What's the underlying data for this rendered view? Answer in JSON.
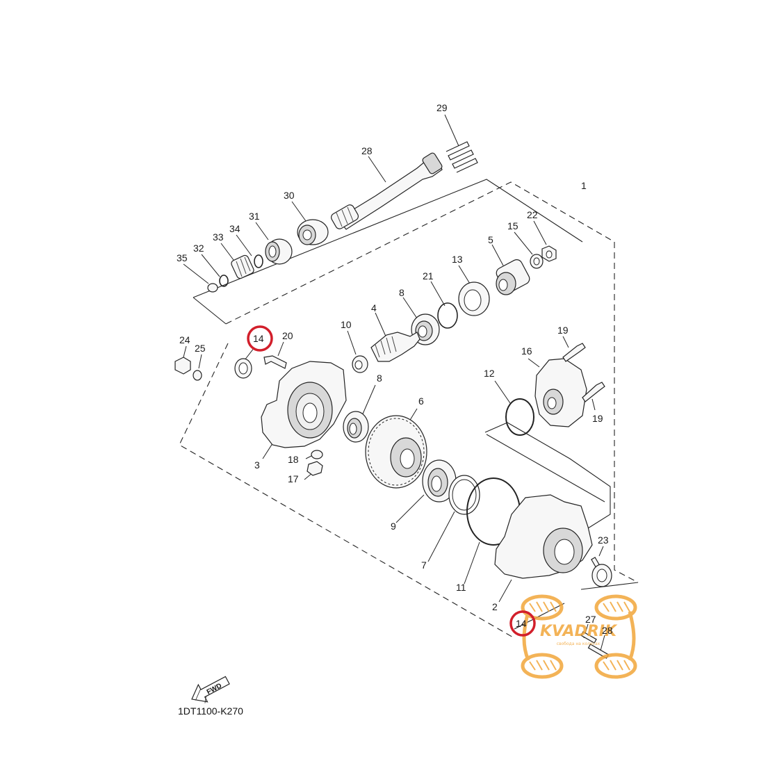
{
  "diagram_code": "1DT1100-K270",
  "fwd_label": "FWD",
  "watermark": {
    "brand": "KVADRIK",
    "tagline": "свобода на колесах",
    "color": "#f2a63a"
  },
  "highlight_color": "#d21f2b",
  "highlighted_part": "14",
  "parts": [
    {
      "num": "1",
      "name": "1"
    },
    {
      "num": "2",
      "name": "2"
    },
    {
      "num": "3",
      "name": "3"
    },
    {
      "num": "4",
      "name": "4"
    },
    {
      "num": "5",
      "name": "5"
    },
    {
      "num": "6",
      "name": "6"
    },
    {
      "num": "7",
      "name": "7"
    },
    {
      "num": "8",
      "name": "8"
    },
    {
      "num": "9",
      "name": "9"
    },
    {
      "num": "10",
      "name": "10"
    },
    {
      "num": "11",
      "name": "11"
    },
    {
      "num": "12",
      "name": "12"
    },
    {
      "num": "13",
      "name": "13"
    },
    {
      "num": "14",
      "name": "14"
    },
    {
      "num": "15",
      "name": "15"
    },
    {
      "num": "16",
      "name": "16"
    },
    {
      "num": "17",
      "name": "17"
    },
    {
      "num": "18",
      "name": "18"
    },
    {
      "num": "19",
      "name": "19"
    },
    {
      "num": "20",
      "name": "20"
    },
    {
      "num": "21",
      "name": "21"
    },
    {
      "num": "22",
      "name": "22"
    },
    {
      "num": "23",
      "name": "23"
    },
    {
      "num": "24",
      "name": "24"
    },
    {
      "num": "25",
      "name": "25"
    },
    {
      "num": "27",
      "name": "27"
    },
    {
      "num": "28",
      "name": "28"
    },
    {
      "num": "29",
      "name": "29"
    },
    {
      "num": "30",
      "name": "30"
    },
    {
      "num": "31",
      "name": "31"
    },
    {
      "num": "32",
      "name": "32"
    },
    {
      "num": "33",
      "name": "33"
    },
    {
      "num": "34",
      "name": "34"
    },
    {
      "num": "35",
      "name": "35"
    }
  ],
  "labels": {
    "l1": "1",
    "l2": "2",
    "l3": "3",
    "l4": "4",
    "l5": "5",
    "l6": "6",
    "l7": "7",
    "l8a": "8",
    "l8b": "8",
    "l9": "9",
    "l10": "10",
    "l11": "11",
    "l12": "12",
    "l13": "13",
    "l14a": "14",
    "l14b": "14",
    "l15": "15",
    "l16": "16",
    "l17": "17",
    "l18": "18",
    "l19a": "19",
    "l19b": "19",
    "l20": "20",
    "l21": "21",
    "l22": "22",
    "l23": "23",
    "l24": "24",
    "l25": "25",
    "l27": "27",
    "l28": "28",
    "l28b": "28",
    "l29": "29",
    "l30": "30",
    "l31": "31",
    "l32": "32",
    "l33": "33",
    "l34": "34",
    "l35": "35"
  }
}
